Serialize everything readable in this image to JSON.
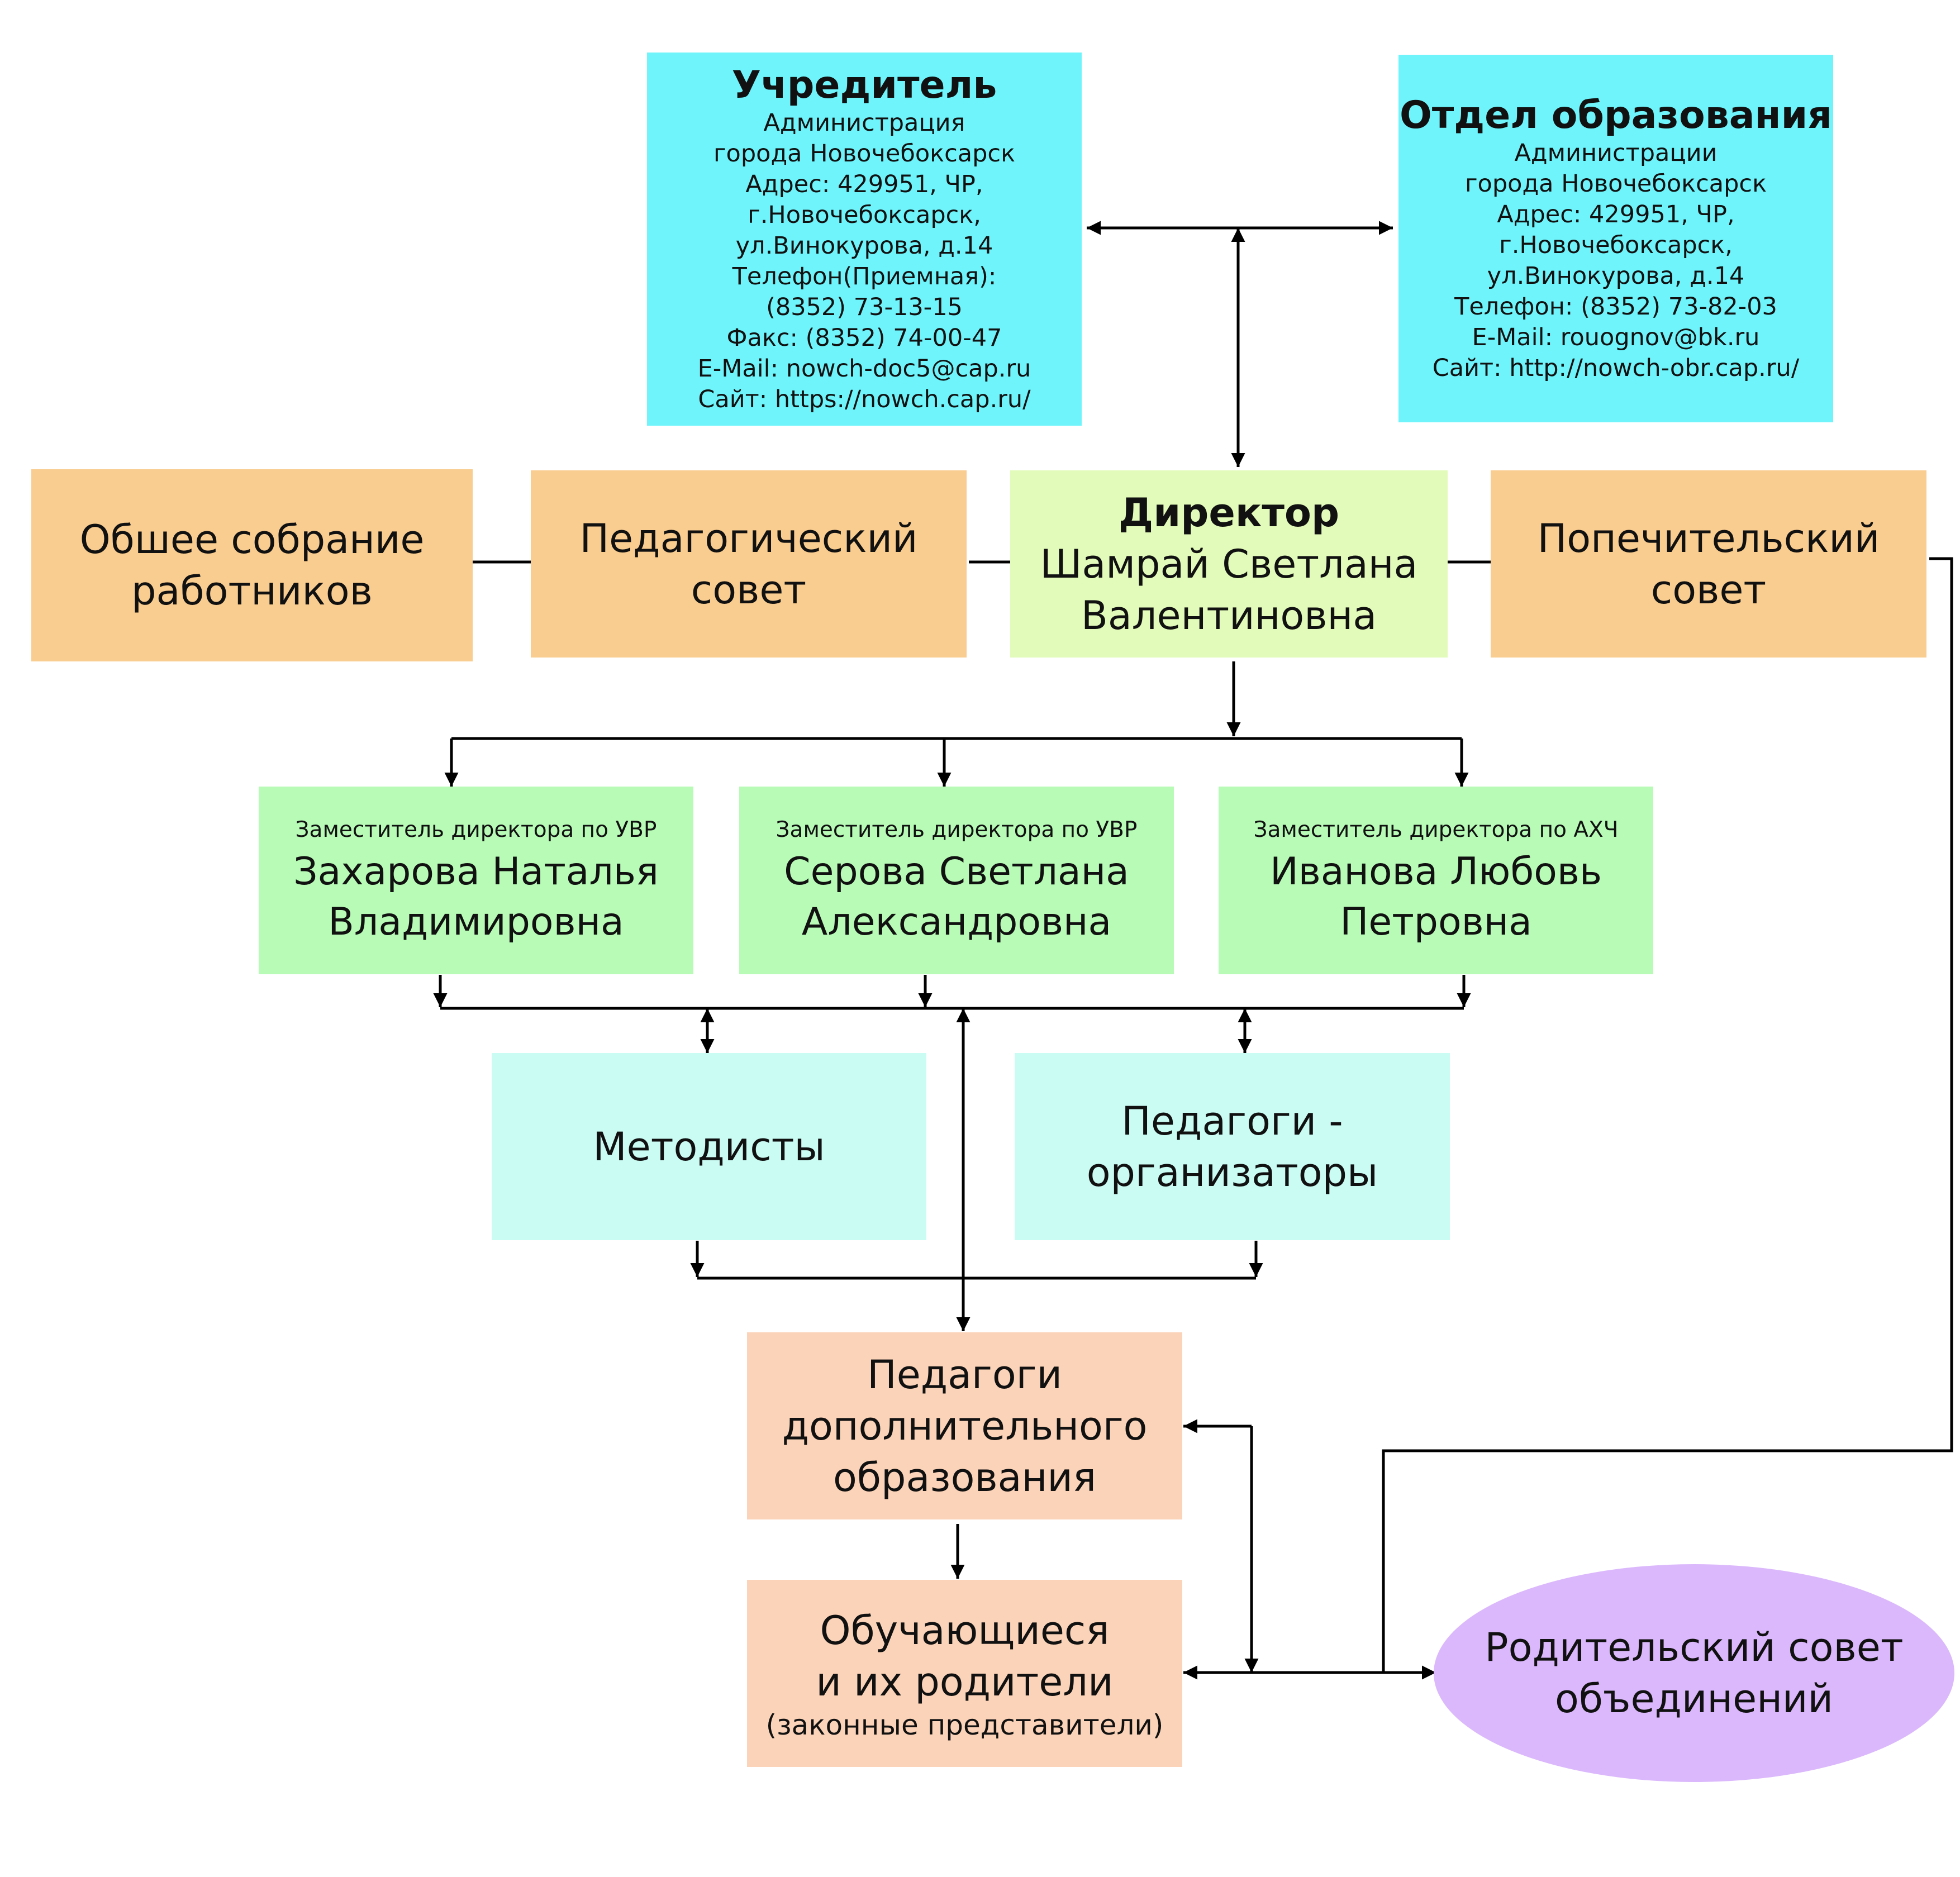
{
  "founder": {
    "title": "Учредитель",
    "lines": [
      "Администрация",
      "города Новочебоксарск",
      "Адрес: 429951, ЧР,",
      "г.Новочебоксарск,",
      "ул.Винокурова, д.14",
      "Телефон(Приемная):",
      "(8352) 73-13-15",
      "Факс: (8352) 74-00-47",
      "E-Mail: nowch-doc5@cap.ru",
      "Сайт: https://nowch.cap.ru/"
    ]
  },
  "education_dept": {
    "title": "Отдел образования",
    "lines": [
      "Администрации",
      "города Новочебоксарск",
      "Адрес: 429951, ЧР,",
      "г.Новочебоксарск,",
      "ул.Винокурова, д.14",
      "Телефон: (8352) 73-82-03",
      "E-Mail: rouognov@bk.ru",
      "Сайт: http://nowch-obr.cap.ru/"
    ]
  },
  "general_meeting": [
    "Обшее собрание",
    "работников"
  ],
  "pedagogical_council": [
    "Педагогический",
    "совет"
  ],
  "director": {
    "title": "Директор",
    "name": [
      "Шамрай Светлана",
      "Валентиновна"
    ]
  },
  "board_of_trustees": [
    "Попечительский",
    "совет"
  ],
  "deputies": [
    {
      "role": "Заместитель директора по УВР",
      "name": [
        "Захарова Наталья",
        "Владимировна"
      ]
    },
    {
      "role": "Заместитель директора по УВР",
      "name": [
        "Серова Светлана",
        "Александровна"
      ]
    },
    {
      "role": "Заместитель директора по АХЧ",
      "name": [
        "Иванова Любовь",
        "Петровна"
      ]
    }
  ],
  "methodists": [
    "Методисты"
  ],
  "pedagogue_organizers": [
    "Педагоги -",
    "организаторы"
  ],
  "additional_ed_teachers": [
    "Педагоги",
    "дополнительного",
    "образования"
  ],
  "students_parents": {
    "lines": [
      "Обучающиеся",
      "и их родители"
    ],
    "note": "(законные представители)"
  },
  "parents_council": [
    "Родительский совет",
    "объединений"
  ],
  "colors": {
    "founder": "#6ff4fb",
    "councils": "#f9cc8f",
    "director": "#e2fbba",
    "deputies": "#b8fbb7",
    "specialists": "#cafcf4",
    "teachers_students": "#fbd3b9",
    "parents_council": "#dbb8fb"
  }
}
